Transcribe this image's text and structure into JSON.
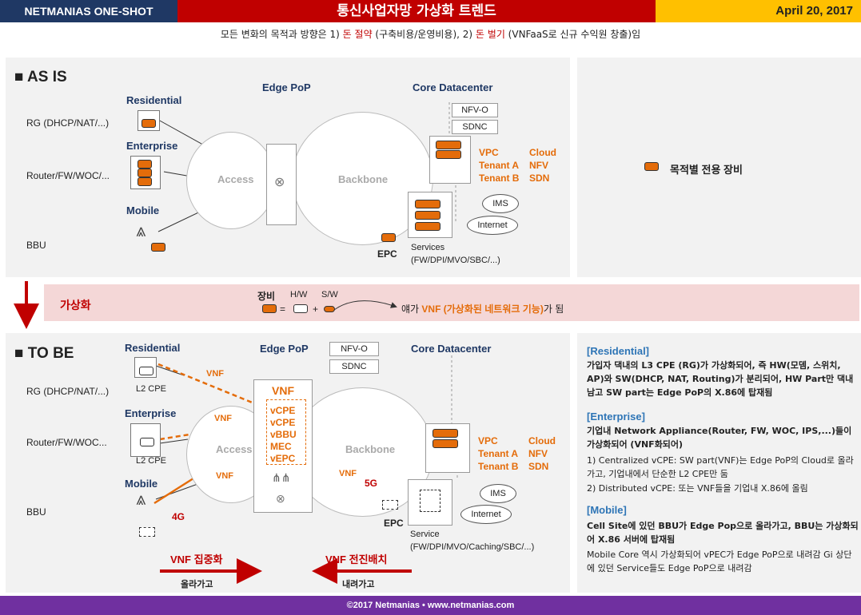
{
  "header": {
    "brand": "NETMANIAS ONE-SHOT",
    "title": "통신사업자망 가상화 트렌드",
    "date": "April 20, 2017"
  },
  "subtitle": {
    "pre": "모든 변화의 목적과 방향은 1) ",
    "hl1": "돈 절약",
    "mid": " (구축비용/운영비용),  2) ",
    "hl2": "돈 벌기",
    "post": " (VNFaaS로 신규 수익원 창출)임"
  },
  "asis": {
    "title": "■ AS IS",
    "residential": "Residential",
    "rg": "RG (DHCP/NAT/...)",
    "enterprise": "Enterprise",
    "router": "Router/FW/WOC/...",
    "mobile": "Mobile",
    "bbu": "BBU",
    "access": "Access",
    "backbone": "Backbone",
    "edge_pop": "Edge PoP",
    "core_dc": "Core Datacenter",
    "nfvo": "NFV-O",
    "sdnc": "SDNC",
    "vpc": "VPC",
    "tenant_a": "Tenant A",
    "tenant_b": "Tenant B",
    "cloud": "Cloud",
    "nfv": "NFV",
    "sdn": "SDN",
    "ims": "IMS",
    "internet": "Internet",
    "epc": "EPC",
    "services1": "Services",
    "services2": "(FW/DPI/MVO/SBC/...)",
    "legend": "목적별 전용 장비"
  },
  "virt": {
    "label": "가상화",
    "equip": "장비",
    "hw": "H/W",
    "sw": "S/W",
    "eq": "=",
    "plus": "+",
    "desc_pre": "얘가 ",
    "desc_hl": "VNF (가상화된 네트워크 기능)",
    "desc_post": "가 됨"
  },
  "tobe": {
    "title": "■ TO BE",
    "residential": "Residential",
    "rg": "RG (DHCP/NAT/...)",
    "l2cpe1": "L2 CPE",
    "enterprise": "Enterprise",
    "router": "Router/FW/WOC...",
    "l2cpe2": "L2 CPE",
    "mobile": "Mobile",
    "bbu": "BBU",
    "access": "Access",
    "backbone": "Backbone",
    "edge_pop": "Edge PoP",
    "core_dc": "Core Datacenter",
    "nfvo": "NFV-O",
    "sdnc": "SDNC",
    "vnf_box": "VNF",
    "vcpe1": "vCPE",
    "vcpe2": "vCPE",
    "vbbu": "vBBU",
    "mec": "MEC",
    "vepc": "vEPC",
    "vnf_arrow1": "VNF",
    "vnf_arrow2": "VNF",
    "vnf_arrow3": "VNF",
    "vnf_arrow4": "VNF",
    "g4": "4G",
    "g5": "5G",
    "vpc": "VPC",
    "tenant_a": "Tenant A",
    "tenant_b": "Tenant B",
    "cloud": "Cloud",
    "nfv": "NFV",
    "sdn": "SDN",
    "ims": "IMS",
    "internet": "Internet",
    "epc": "EPC",
    "service1": "Service",
    "service2": "(FW/DPI/MVO/Caching/SBC/...)",
    "centralize": "VNF 집중화",
    "up": "올라가고",
    "distribute": "VNF 전진배치",
    "down": "내려가고"
  },
  "notes": {
    "res_h": "[Residential]",
    "res_t": "가입자 댁내의 L3 CPE (RG)가 가상화되어, 즉 HW(모뎀, 스위치, AP)와 SW(DHCP, NAT, Routing)가 분리되어, HW Part만 댁내 남고 SW part는 Edge PoP의 X.86에 탑재됨",
    "ent_h": "[Enterprise]",
    "ent_t1": "기업내  Network Appliance(Router, FW, WOC, IPS,...)들이 가상화되어 (VNF화되어)",
    "ent_t2": "1) Centralized vCPE:  SW part(VNF)는 Edge PoP의 Cloud로 올라가고, 기업내에서 단순한 L2 CPE만 둠",
    "ent_t3": "2) Distributed vCPE: 또는 VNF들을 기업내 X.86에 올림",
    "mob_h": "[Mobile]",
    "mob_t1": "Cell Site에 있던 BBU가 Edge Pop으로 올라가고, BBU는 가상화되어 X.86 서버에 탑재됨",
    "mob_t2": "Mobile Core 역시 가상화되어 vPEC가 Edge PoP으로 내려감 Gi 상단에 있던 Service들도 Edge PoP으로 내려감"
  },
  "footer": "©2017 Netmanias • www.netmanias.com",
  "colors": {
    "navy": "#1f3864",
    "red": "#c00000",
    "yellow": "#ffc000",
    "orange": "#e46c0a",
    "purple": "#7030a0",
    "pink": "#f4d7d7",
    "panel": "#f2f2f2"
  }
}
